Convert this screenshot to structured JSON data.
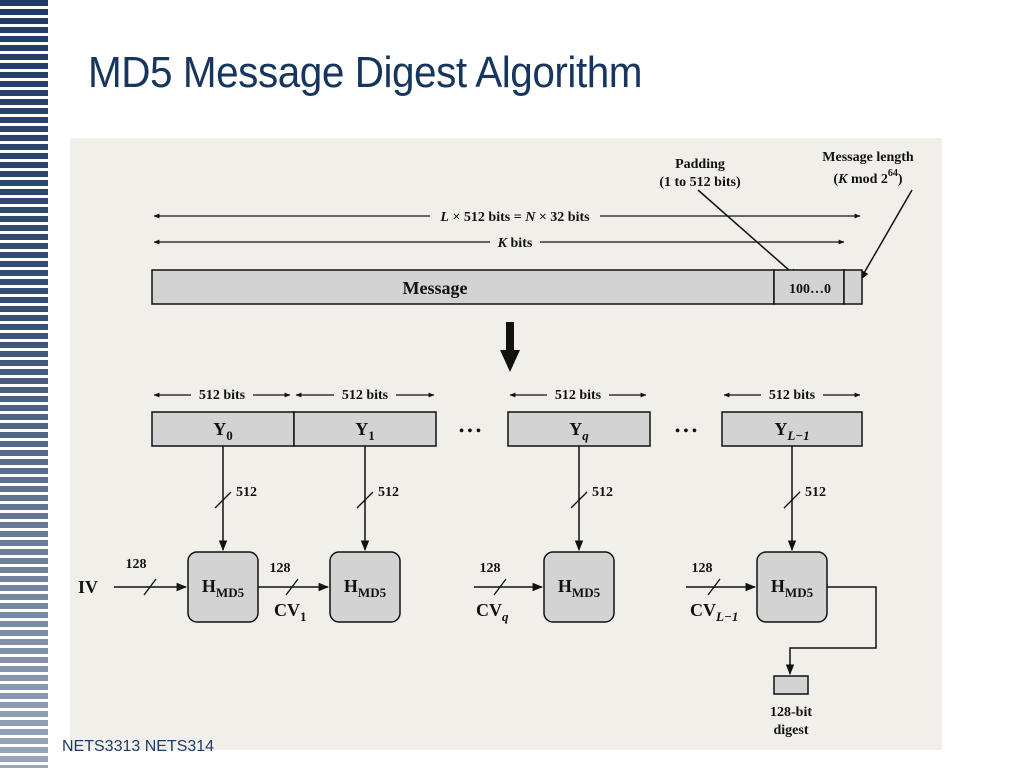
{
  "slide": {
    "title": "MD5 Message Digest Algorithm",
    "footer": "NETS3313 NETS314"
  },
  "colors": {
    "title": "#17365d",
    "stripes": "#1f3b66",
    "figure_background": "#f0efe9",
    "block_fill": "#d3d3d3"
  },
  "diagram": {
    "padding_label_1": "Padding",
    "padding_label_2": "(1 to 512 bits)",
    "msglen_label_1": "Message length",
    "msglen_label_2_pre": "(",
    "msglen_label_2_k": "K",
    "msglen_label_2_mid": " mod 2",
    "msglen_label_2_sup": "64",
    "msglen_label_2_post": ")",
    "span_L_1": "L",
    "span_L_2": " × 512 bits = ",
    "span_L_3": "N",
    "span_L_4": " × 32 bits",
    "span_K_1": "K",
    "span_K_2": " bits",
    "message_label": "Message",
    "padding_value": "100…0",
    "block_width_label": "512 bits",
    "y_label": "Y",
    "y_subs": [
      "0",
      "1",
      "q",
      "L−1"
    ],
    "ellipsis": "• • •",
    "arrow_bits": "512",
    "chain_bits": "128",
    "h_label": "H",
    "h_sub": "MD5",
    "iv_label": "IV",
    "cv_label": "CV",
    "cv_subs": [
      "1",
      "q",
      "L−1"
    ],
    "digest_label_1": "128-bit",
    "digest_label_2": "digest"
  }
}
